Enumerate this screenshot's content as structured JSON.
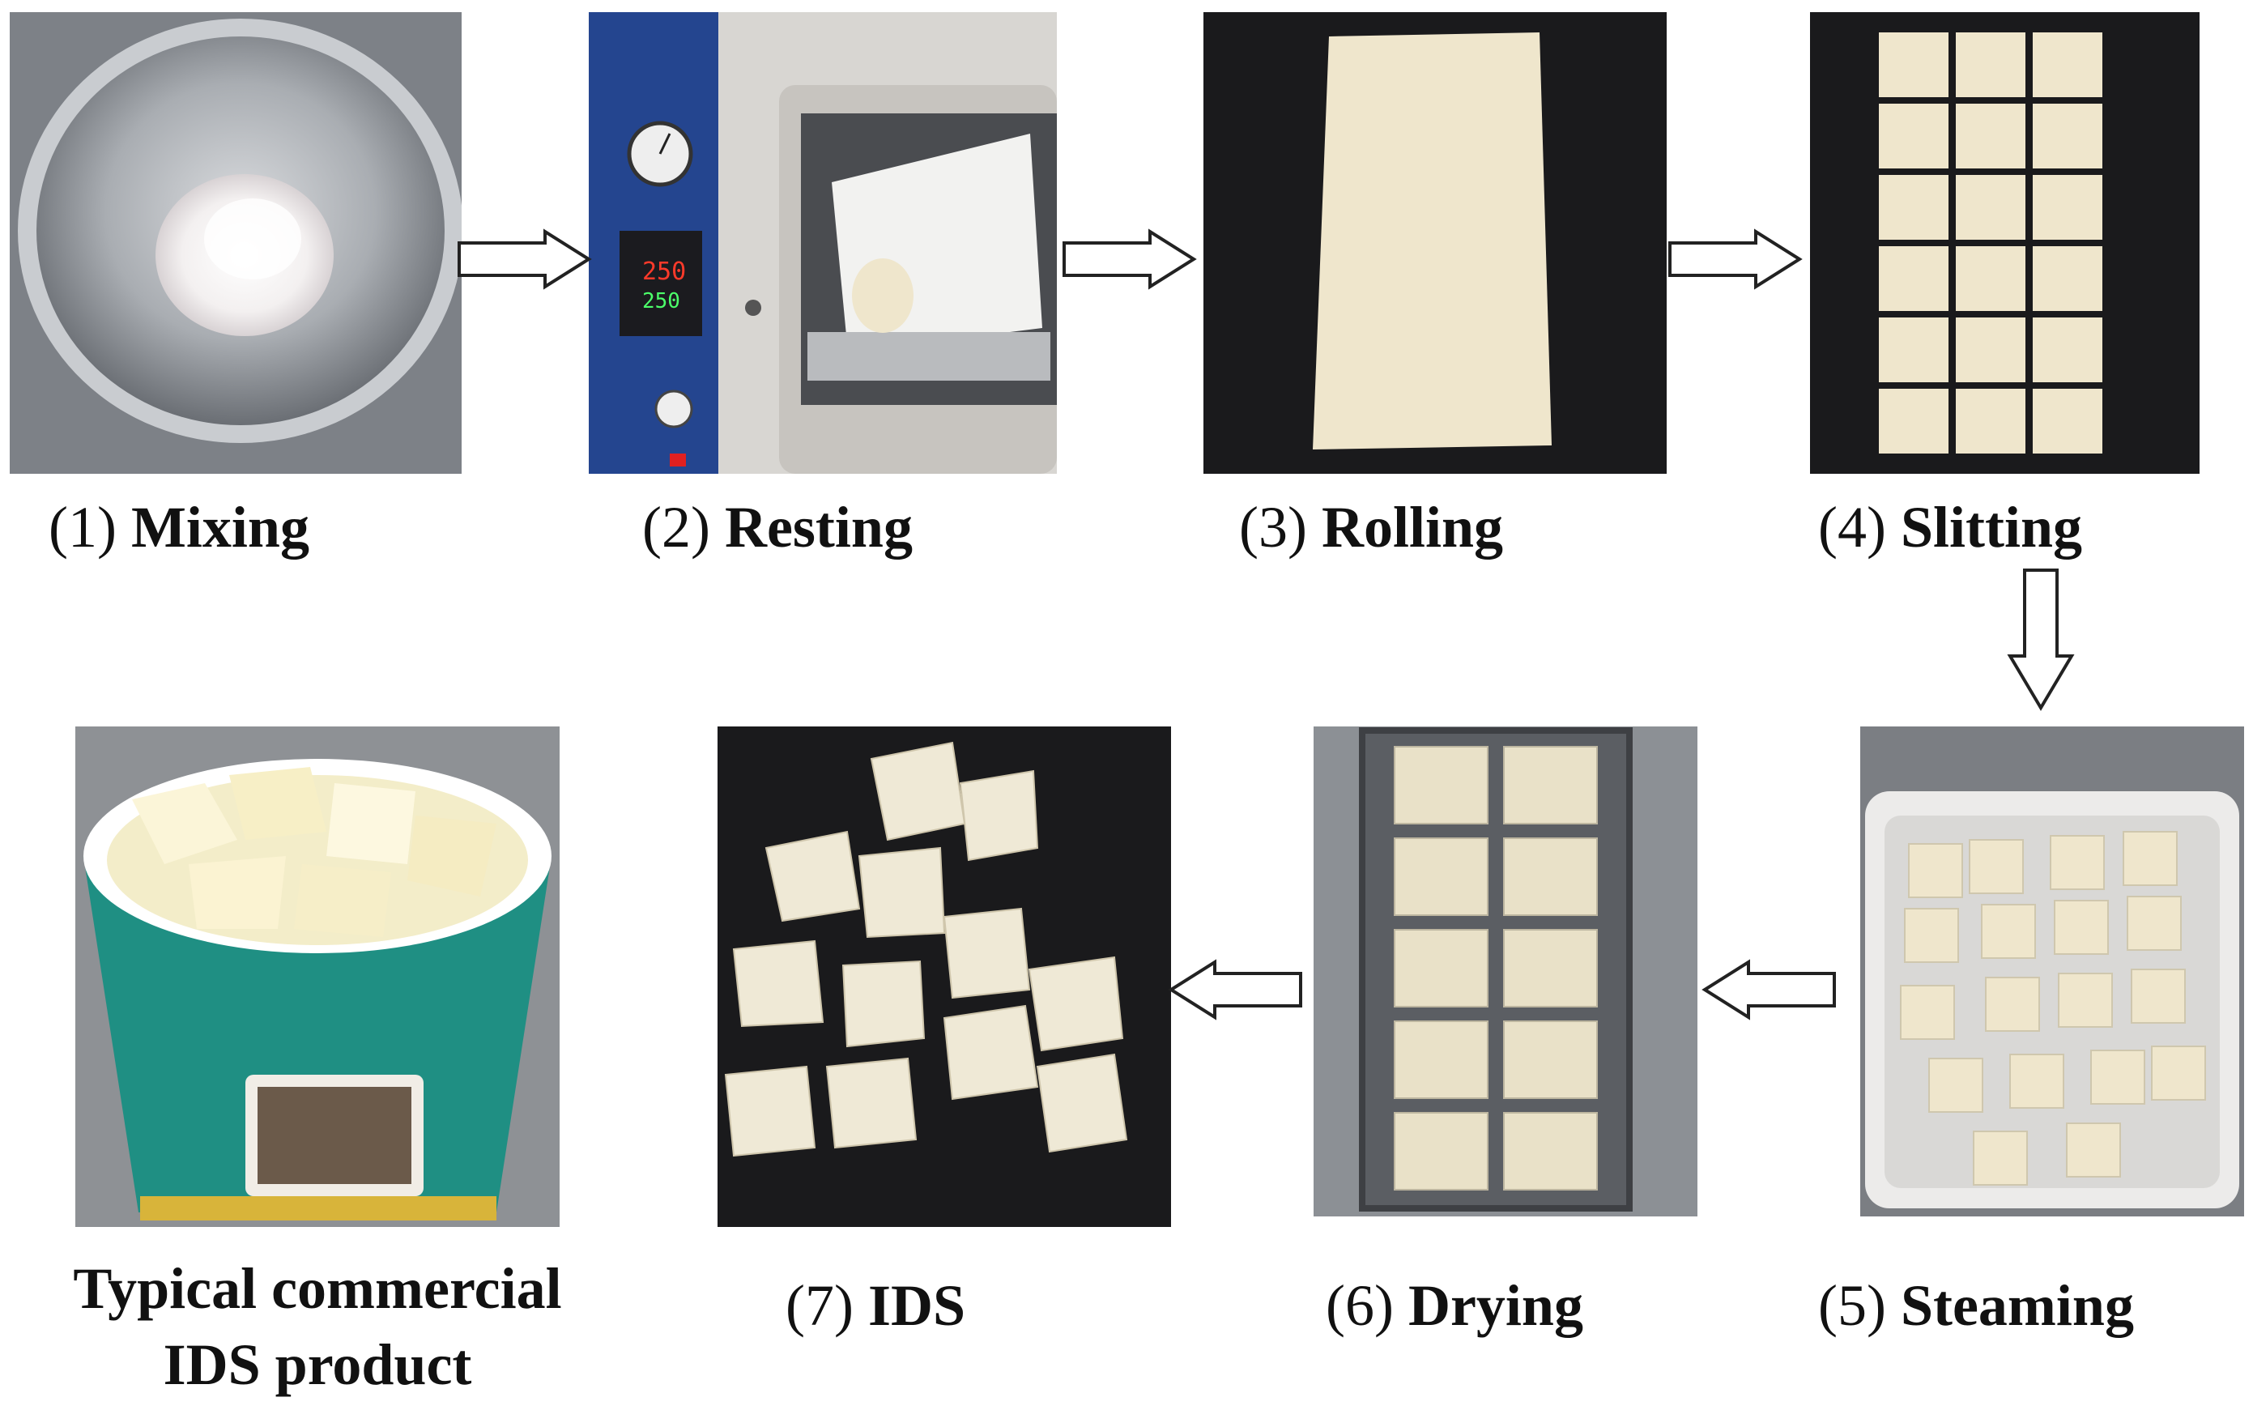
{
  "steps": [
    {
      "number": "(1)",
      "name": "Mixing"
    },
    {
      "number": "(2)",
      "name": "Resting"
    },
    {
      "number": "(3)",
      "name": "Rolling"
    },
    {
      "number": "(4)",
      "name": "Slitting"
    },
    {
      "number": "(5)",
      "name": "Steaming"
    },
    {
      "number": "(6)",
      "name": "Drying"
    },
    {
      "number": "(7)",
      "name": "IDS"
    }
  ],
  "product": {
    "line1": "Typical commercial",
    "line2": "IDS product"
  },
  "oven_display": {
    "top": "250",
    "bottom": "250"
  },
  "colors": {
    "dark_background": "#1a1a1c",
    "dough": "#efe6cc",
    "oven_blue": "#24458f",
    "steel": "#9a9ea3",
    "cup_teal": "#1f8f83"
  }
}
